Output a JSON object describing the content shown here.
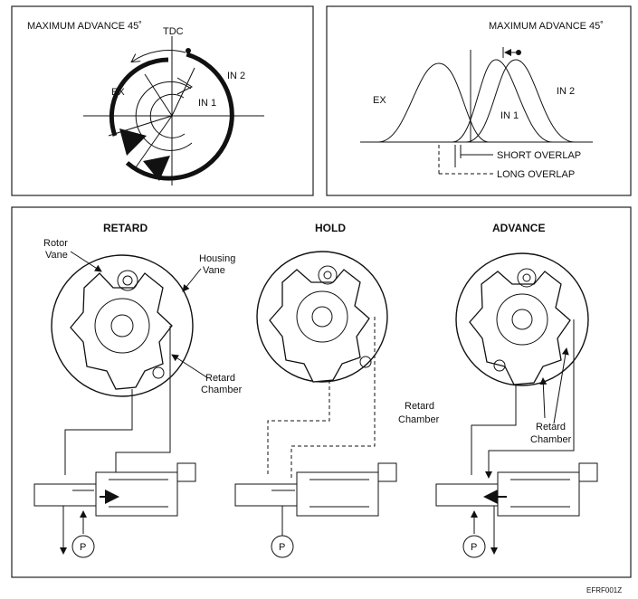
{
  "top_left": {
    "title": "MAXIMUM ADVANCE 45˚",
    "tdc": "TDC",
    "ex": "EX",
    "in1": "IN 1",
    "in2": "IN 2"
  },
  "top_right": {
    "title": "MAXIMUM ADVANCE 45˚",
    "ex": "EX",
    "in1": "IN 1",
    "in2": "IN 2",
    "short_overlap": "SHORT OVERLAP",
    "long_overlap": "LONG OVERLAP"
  },
  "bottom": {
    "retard": {
      "title": "RETARD",
      "rotor_vane_1": "Rotor",
      "rotor_vane_2": "Vane",
      "housing_vane_1": "Housing",
      "housing_vane_2": "Vane",
      "chamber_1": "Retard",
      "chamber_2": "Chamber",
      "pump": "P"
    },
    "hold": {
      "title": "HOLD",
      "chamber_1": "Retard",
      "chamber_2": "Chamber",
      "pump": "P"
    },
    "advance": {
      "title": "ADVANCE",
      "chamber_1": "Retard",
      "chamber_2": "Chamber",
      "pump": "P"
    }
  },
  "figure_code": "EFRF001Z"
}
